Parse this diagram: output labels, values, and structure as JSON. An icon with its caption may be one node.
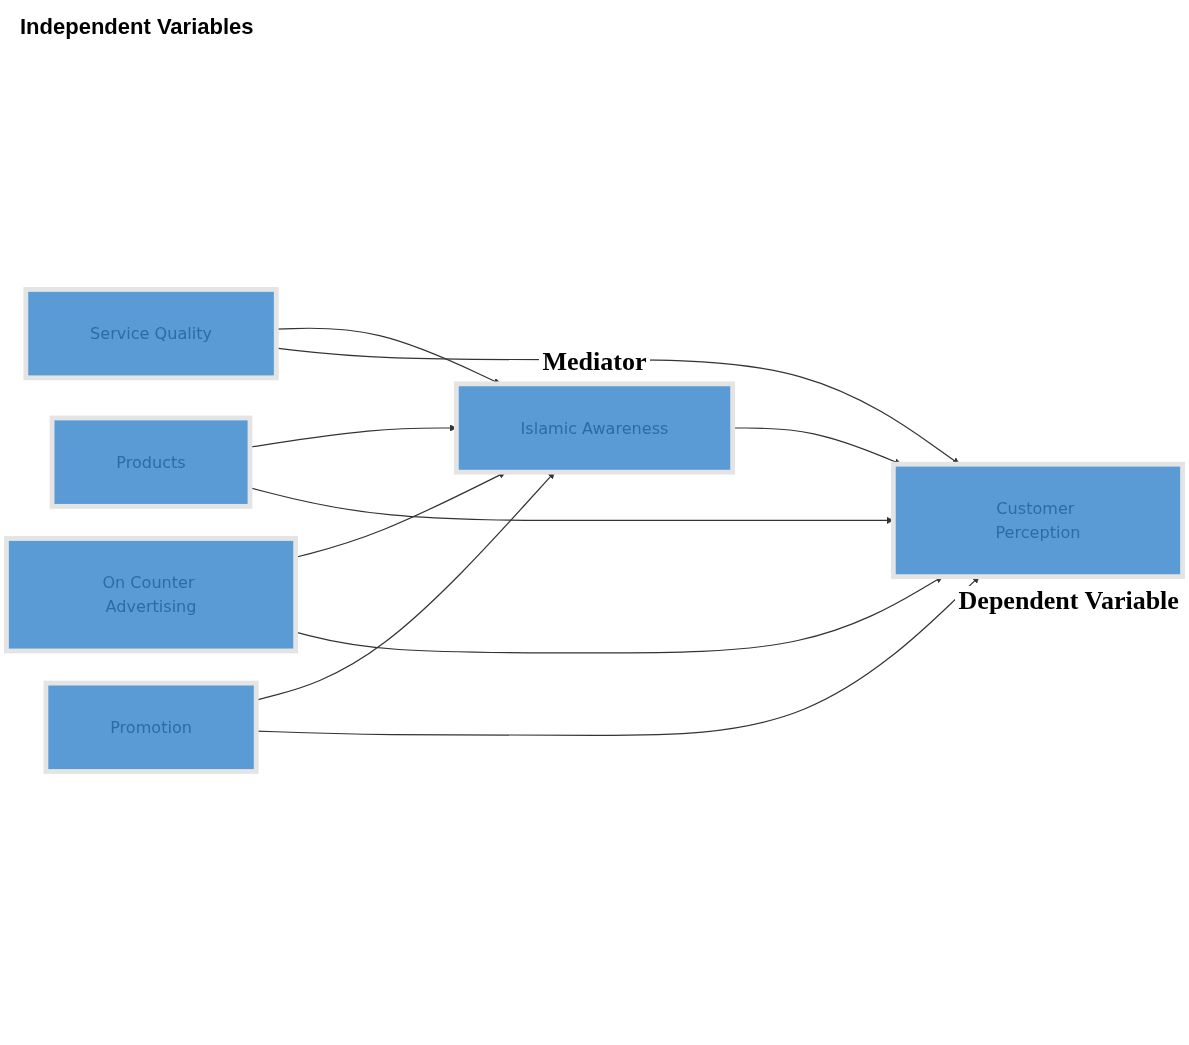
{
  "diagram": {
    "nodes": [
      {
        "text": [
          "Islamic Awareness"
        ],
        "beside": [
          "Mediator"
        ]
      },
      {
        "text": [
          "Service Quality"
        ]
      },
      {
        "text": [
          "Products"
        ]
      },
      {
        "text": [
          "On Counter Advertising"
        ]
      },
      {
        "text": [
          "Promotion"
        ]
      },
      {
        "text": [
          "Customer Perception"
        ],
        "beside": [
          "Dependent Variable"
        ]
      }
    ],
    "edges": [
      {
        "from": 1,
        "to": 0,
        "arrow": "to"
      },
      {
        "from": 1,
        "to": 5,
        "arrow": "to"
      },
      {
        "from": 2,
        "to": 0,
        "arrow": "to"
      },
      {
        "from": 2,
        "to": 5,
        "arrow": "to"
      },
      {
        "from": 3,
        "to": 0,
        "arrow": "to"
      },
      {
        "from": 3,
        "to": 5,
        "arrow": "to"
      },
      {
        "from": 4,
        "to": 0,
        "arrow": "to"
      },
      {
        "from": 4,
        "to": 5,
        "arrow": "to"
      },
      {
        "from": 0,
        "to": 5,
        "arrow": "to"
      }
    ],
    "labels": [
      "Independent Variables"
    ]
  }
}
